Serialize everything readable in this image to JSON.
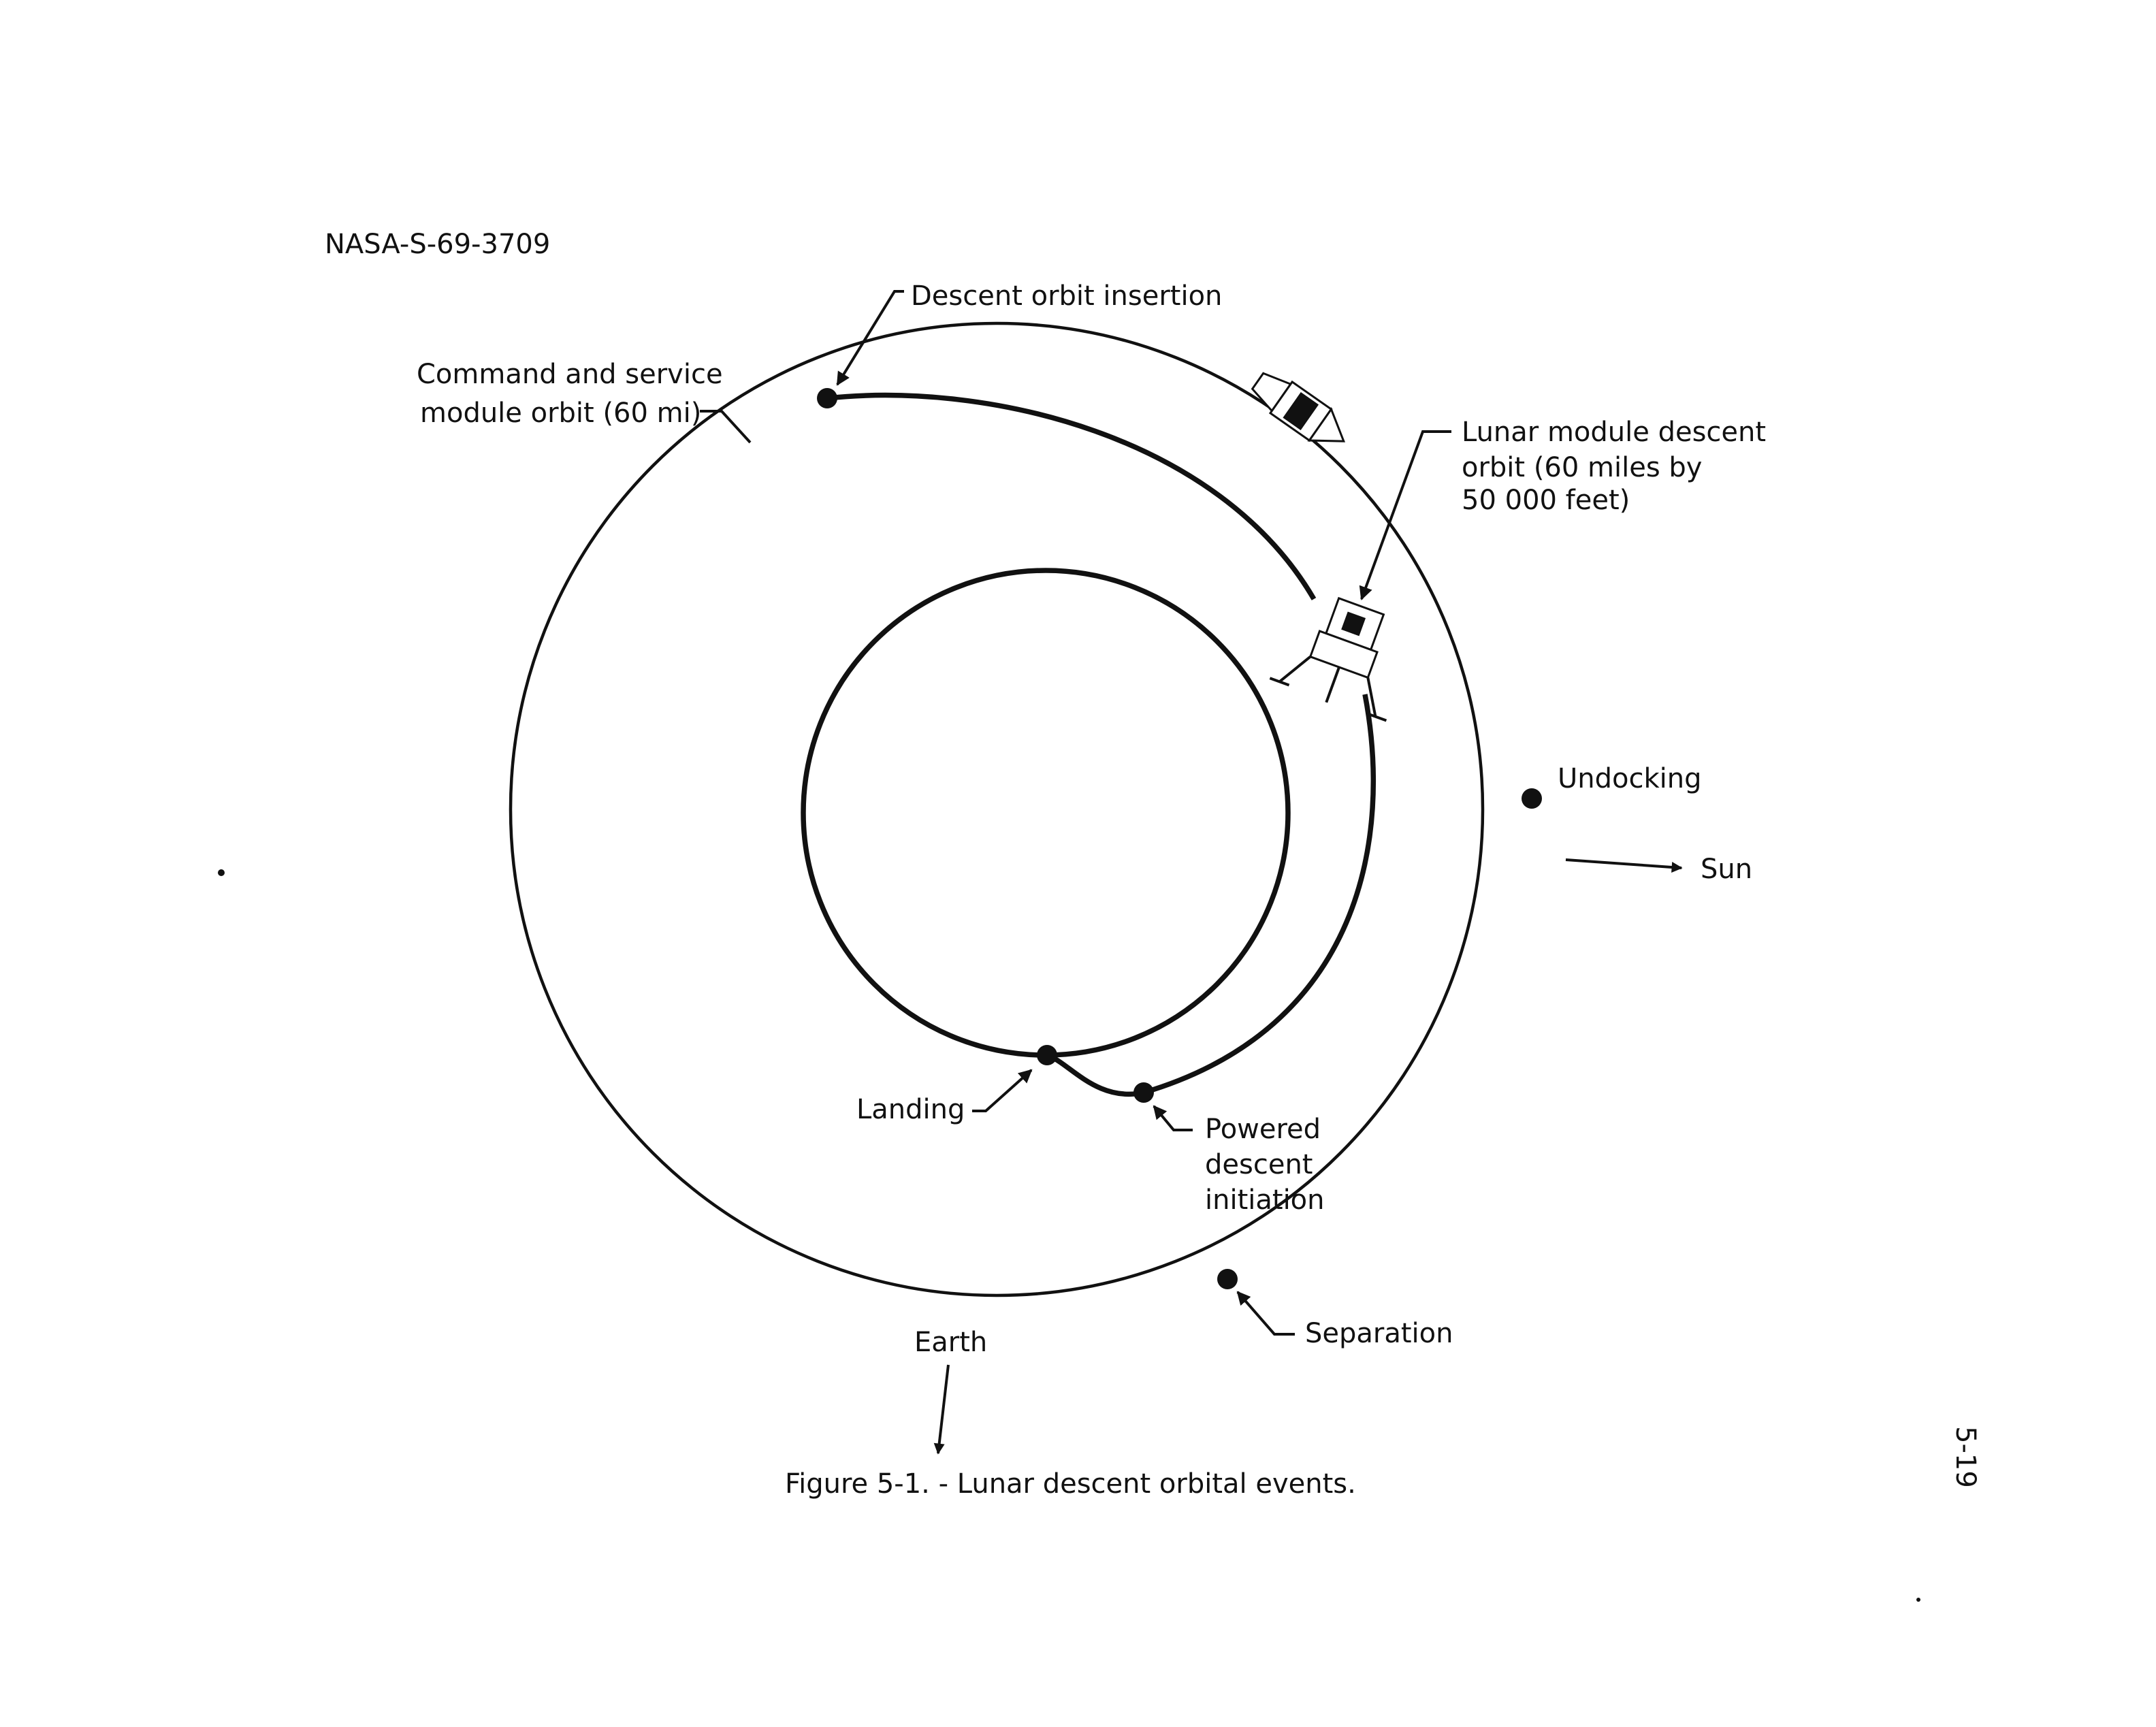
{
  "document_id": "NASA-S-69-3709",
  "labels": {
    "descent_orbit_insertion": "Descent orbit insertion",
    "csm_orbit_line1": "Command and service",
    "csm_orbit_line2": "module orbit (60 mi)",
    "lm_orbit_line1": "Lunar module descent",
    "lm_orbit_line2": "orbit (60 miles by",
    "lm_orbit_line3": "50 000 feet)",
    "undocking": "Undocking",
    "sun": "Sun",
    "landing": "Landing",
    "powered_line1": "Powered",
    "powered_line2": "descent",
    "powered_line3": "initiation",
    "separation": "Separation",
    "earth": "Earth"
  },
  "caption": "Figure 5-1. - Lunar descent orbital events.",
  "page_number": "5-19",
  "colors": {
    "ink": "#111111",
    "paper": "#ffffff"
  }
}
